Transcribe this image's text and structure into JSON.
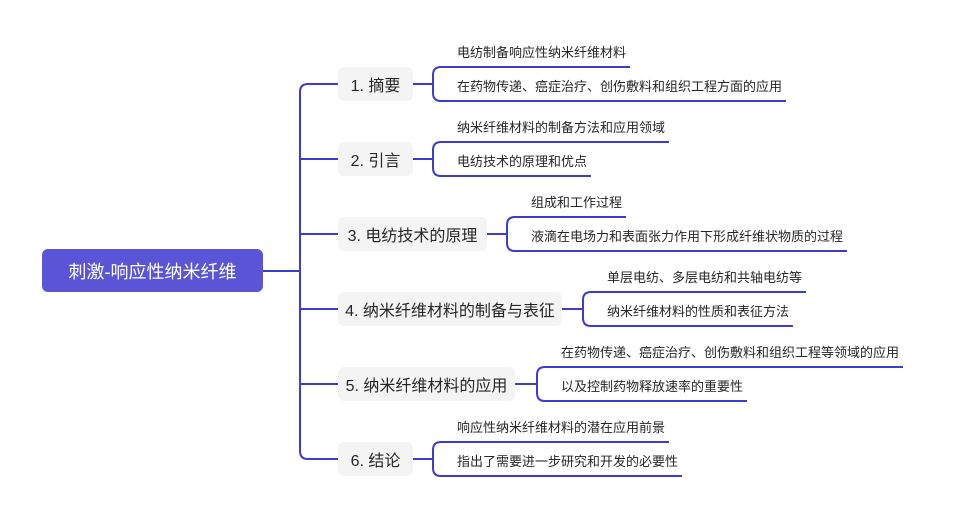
{
  "mindmap": {
    "root": {
      "label": "刺激-响应性纳米纤维"
    },
    "branches": [
      {
        "label": "1. 摘要",
        "children": [
          "电纺制备响应性纳米纤维材料",
          "在药物传递、癌症治疗、创伤敷料和组织工程方面的应用"
        ]
      },
      {
        "label": "2. 引言",
        "children": [
          "纳米纤维材料的制备方法和应用领域",
          "电纺技术的原理和优点"
        ]
      },
      {
        "label": "3. 电纺技术的原理",
        "children": [
          "组成和工作过程",
          "液滴在电场力和表面张力作用下形成纤维状物质的过程"
        ]
      },
      {
        "label": "4. 纳米纤维材料的制备与表征",
        "children": [
          "单层电纺、多层电纺和共轴电纺等",
          "纳米纤维材料的性质和表征方法"
        ]
      },
      {
        "label": "5. 纳米纤维材料的应用",
        "children": [
          "在药物传递、癌症治疗、创伤敷料和组织工程等领域的应用",
          "以及控制药物释放速率的重要性"
        ]
      },
      {
        "label": "6. 结论",
        "children": [
          "响应性纳米纤维材料的潜在应用前景",
          "指出了需要进一步研究和开发的必要性"
        ]
      }
    ]
  },
  "colors": {
    "root_fill": "#5a55d6",
    "root_text": "#ffffff",
    "connector": "#3d3bd0",
    "topic_fill": "#f4f4f5",
    "text": "#262626"
  }
}
